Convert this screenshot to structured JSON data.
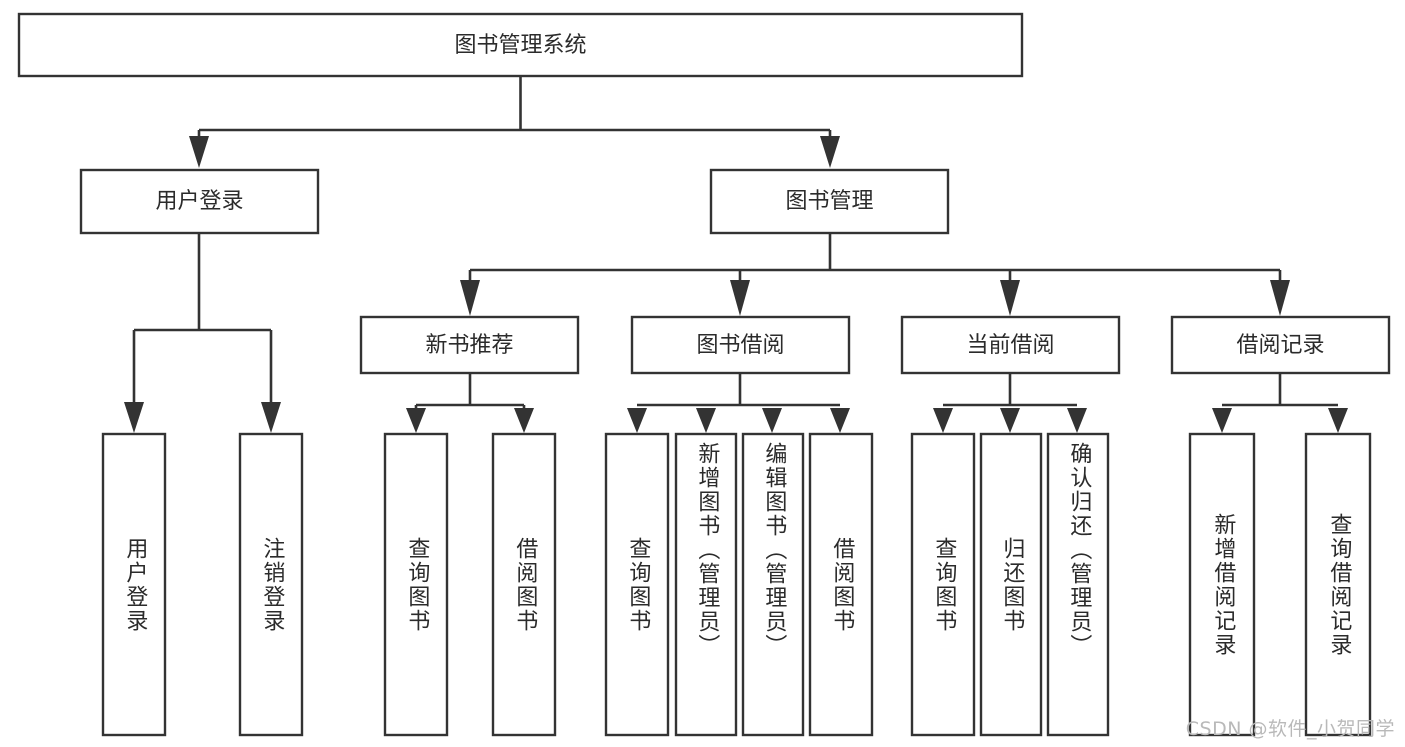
{
  "diagram": {
    "title": "图书管理系统",
    "type": "tree",
    "orientation": "top-down",
    "colors": {
      "box_fill": "#ffffff",
      "box_stroke": "#333333",
      "text": "#2b2b2b",
      "background": "#ffffff",
      "watermark": "#b9b9b9"
    },
    "root": {
      "label": "图书管理系统"
    },
    "level2": [
      {
        "label": "用户登录"
      },
      {
        "label": "图书管理"
      }
    ],
    "level3": [
      {
        "label": "新书推荐"
      },
      {
        "label": "图书借阅"
      },
      {
        "label": "当前借阅"
      },
      {
        "label": "借阅记录"
      }
    ],
    "leaves": {
      "user_login": [
        {
          "label": "用户登录"
        },
        {
          "label": "注销登录"
        }
      ],
      "new_book_recommend": [
        {
          "label": "查询图书"
        },
        {
          "label": "借阅图书"
        }
      ],
      "book_borrow": [
        {
          "label": "查询图书"
        },
        {
          "label": "新增图书（管理员）"
        },
        {
          "label": "编辑图书（管理员）"
        },
        {
          "label": "借阅图书"
        }
      ],
      "current_borrow": [
        {
          "label": "查询图书"
        },
        {
          "label": "归还图书"
        },
        {
          "label": "确认归还（管理员）"
        }
      ],
      "borrow_records": [
        {
          "label": "新增借阅记录"
        },
        {
          "label": "查询借阅记录"
        }
      ]
    }
  },
  "watermark": {
    "text": "CSDN @软件_小贺同学"
  }
}
